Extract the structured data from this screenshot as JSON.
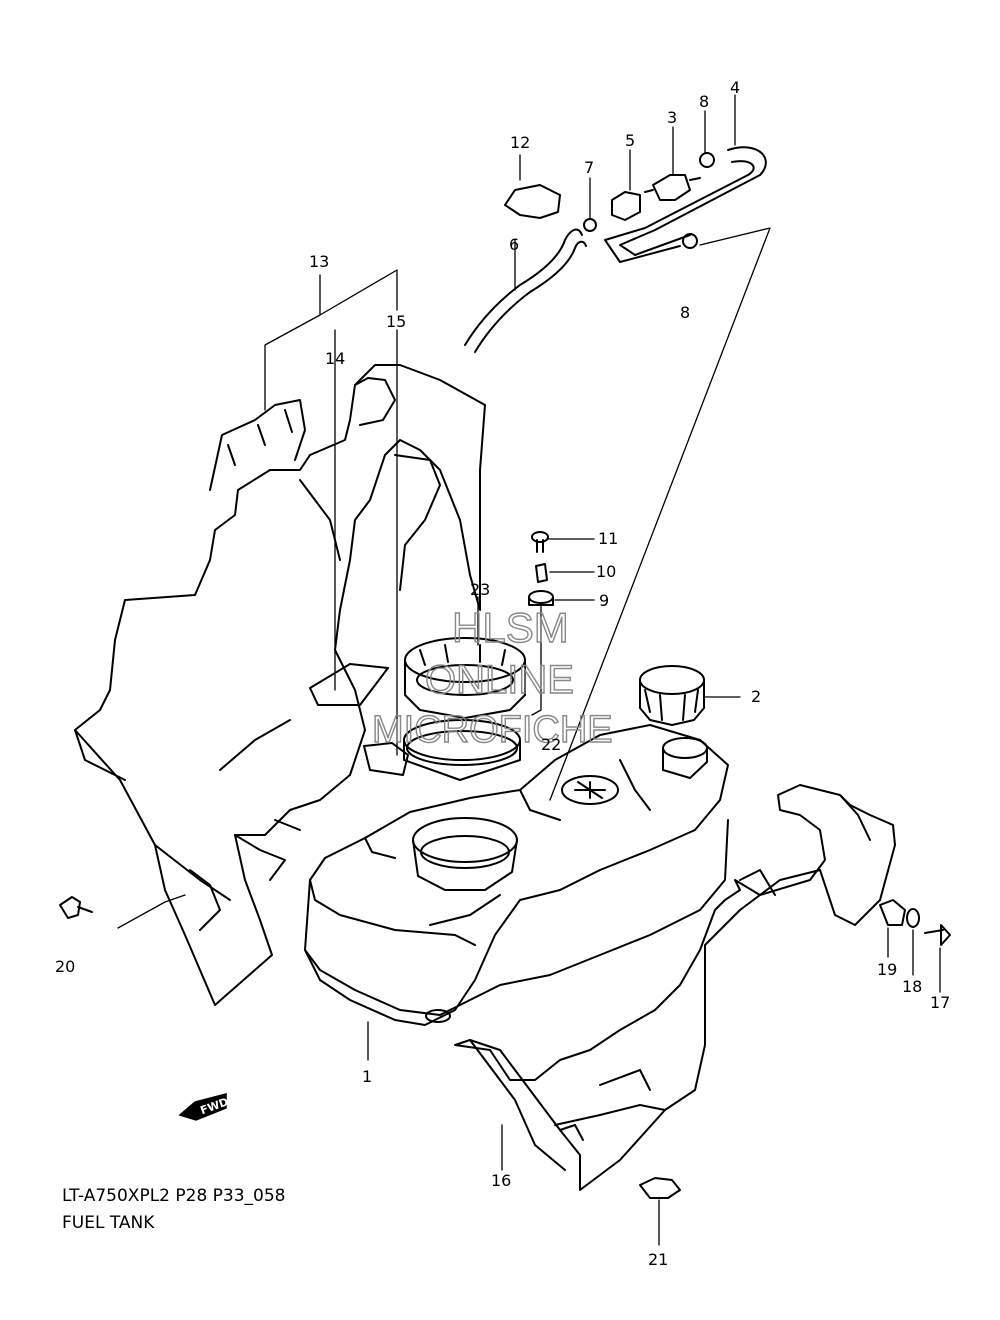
{
  "diagram": {
    "model_code": "LT-A750XPL2 P28 P33_058",
    "section_title": "FUEL TANK",
    "watermark": {
      "line1": "HLSM",
      "line2": "ONLINE",
      "line3": "MICROFICHE"
    },
    "direction_badge": "FWD",
    "part_labels": [
      "1",
      "2",
      "3",
      "4",
      "5",
      "6",
      "7",
      "8",
      "8",
      "9",
      "10",
      "11",
      "12",
      "13",
      "14",
      "15",
      "16",
      "17",
      "18",
      "19",
      "20",
      "21",
      "22",
      "23"
    ]
  }
}
